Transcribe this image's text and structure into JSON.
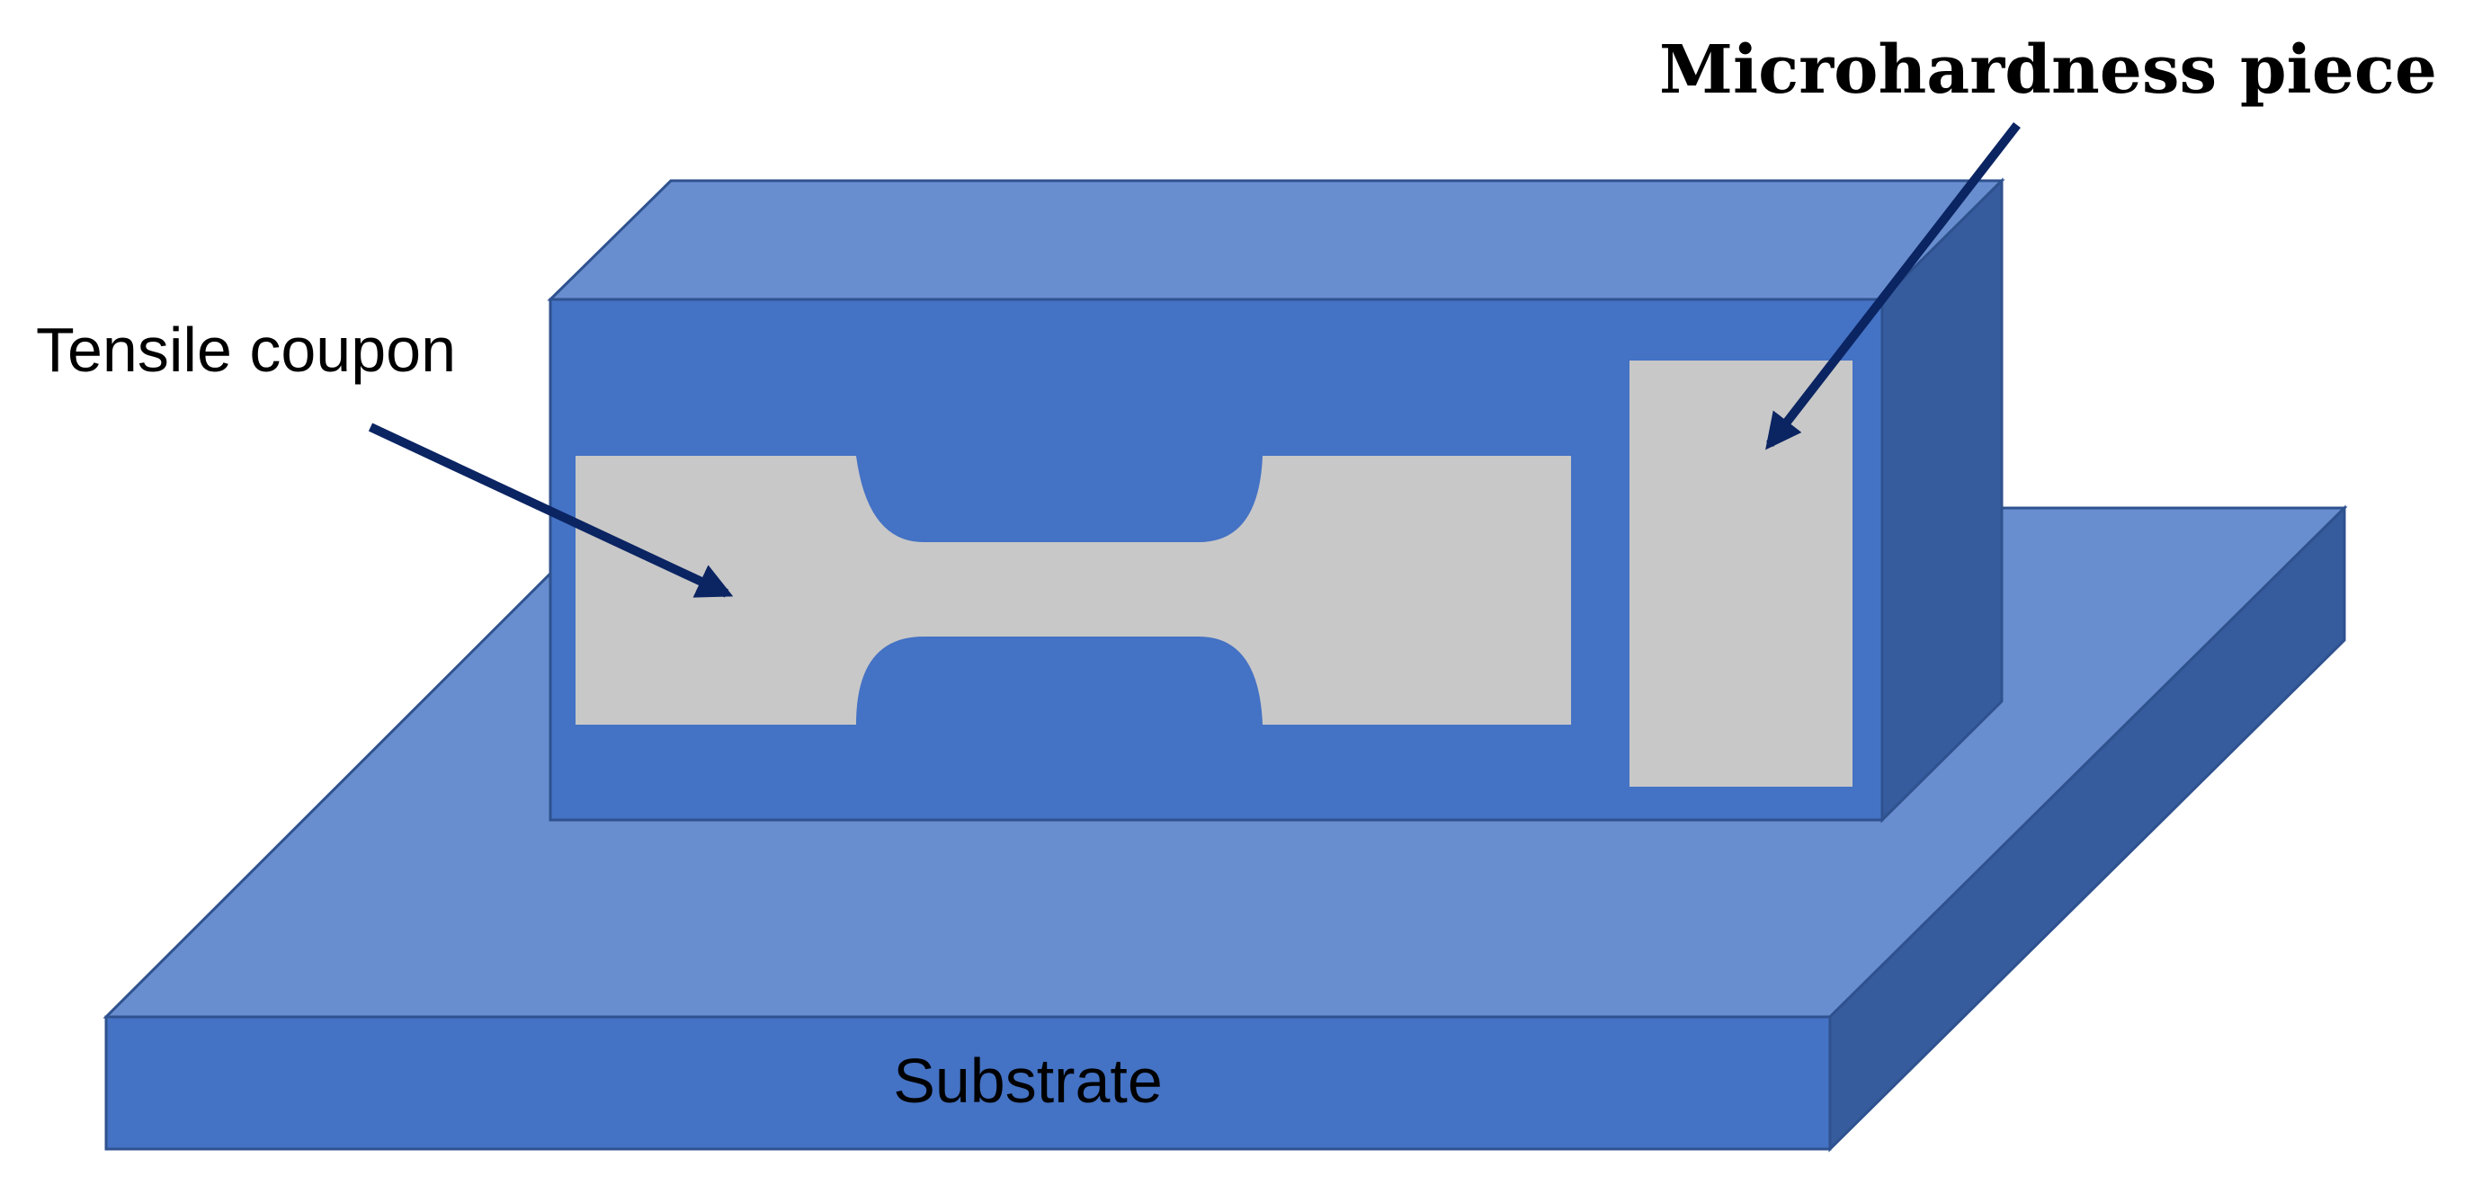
{
  "labels": {
    "tensile_coupon": "Tensile coupon",
    "microhardness_piece": "Microhardness piece",
    "substrate": "Substrate"
  },
  "colors": {
    "face_front": "#4472C4",
    "face_top": "#698ECF",
    "face_side": "#365C9E",
    "edge": "#2F528F",
    "specimen": "#C8C8C8",
    "arrow": "#0B2462",
    "text": "#000000",
    "background": "#FFFFFF"
  }
}
